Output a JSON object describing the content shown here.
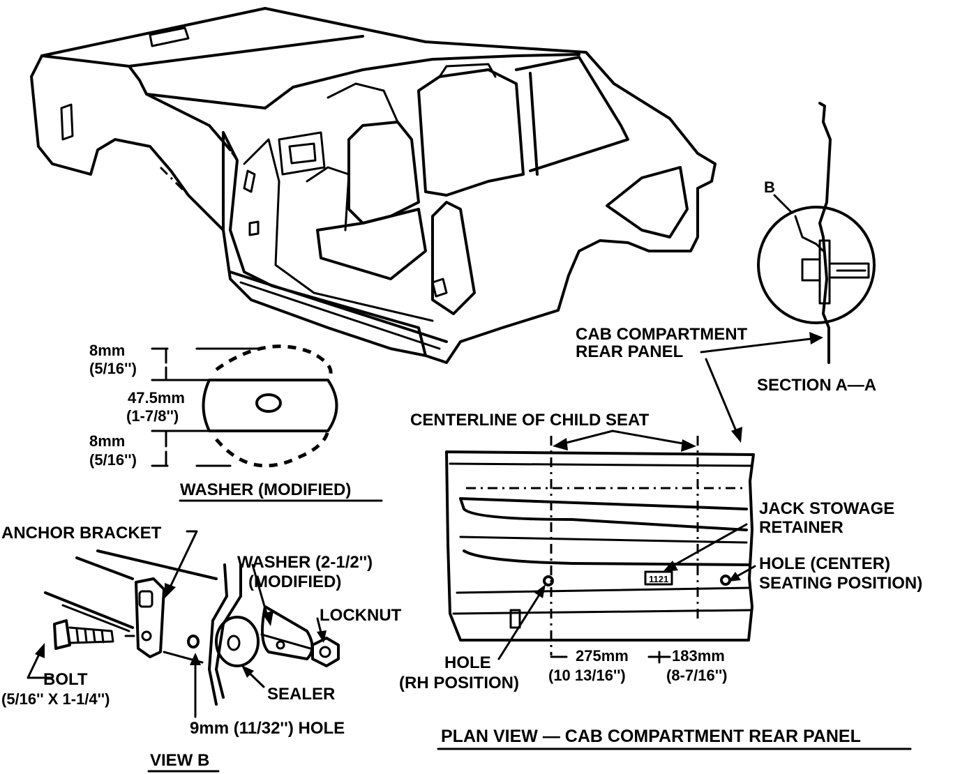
{
  "labels": {
    "section_b": "B",
    "cab_rear_panel_1": "CAB COMPARTMENT",
    "cab_rear_panel_2": "REAR PANEL",
    "section_aa": "SECTION A—A",
    "dim_8mm_top": "8mm",
    "dim_516_top": "(5/16'')",
    "dim_475": "47.5mm",
    "dim_178": "(1-7/8'')",
    "dim_8mm_bottom": "8mm",
    "dim_516_bottom": "(5/16'')",
    "washer_modified": "WASHER (MODIFIED)",
    "centerline_child_seat": "CENTERLINE OF CHILD SEAT",
    "jack_stowage_1": "JACK STOWAGE",
    "jack_stowage_2": "RETAINER",
    "hole_center_1": "HOLE (CENTER)",
    "hole_center_2": "SEATING POSITION)",
    "hole_rh_1": "HOLE",
    "hole_rh_2": "(RH POSITION)",
    "dim_275": "275mm",
    "dim_1013": "(10 13/16'')",
    "dim_183": "183mm",
    "dim_8716": "(8-7/16'')",
    "plan_view": "PLAN VIEW — CAB COMPARTMENT REAR PANEL",
    "anchor_bracket": "ANCHOR BRACKET",
    "washer_25_1": "WASHER (2-1/2'')",
    "washer_25_2": "(MODIFIED)",
    "locknut": "LOCKNUT",
    "bolt_1": "BOLT",
    "bolt_2": "(5/16'' X 1-1/4'')",
    "sealer": "SEALER",
    "hole_9mm": "9mm (11/32'') HOLE",
    "view_b": "VIEW B",
    "retainer_tag": "1121"
  }
}
